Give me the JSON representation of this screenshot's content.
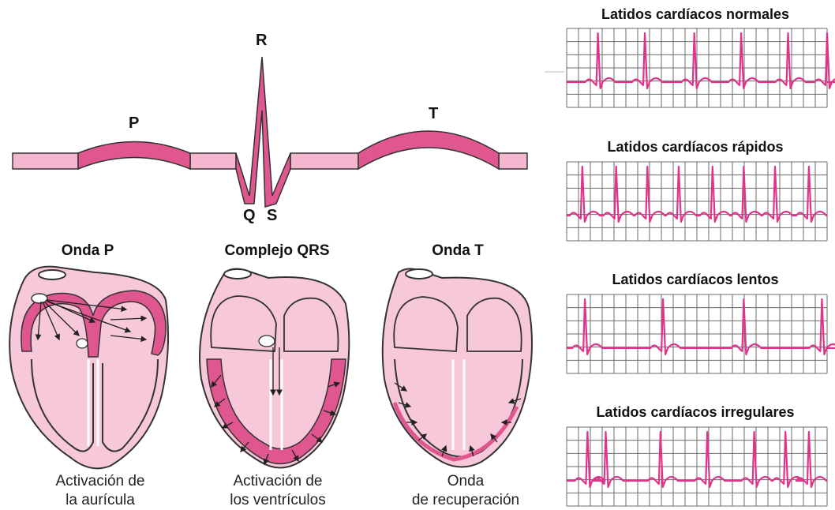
{
  "waveform": {
    "labels": {
      "p": "P",
      "q": "Q",
      "r": "R",
      "s": "S",
      "t": "T"
    }
  },
  "hearts": [
    {
      "title": "Onda P",
      "caption_line1": "Activación de",
      "caption_line2": "la aurícula"
    },
    {
      "title": "Complejo QRS",
      "caption_line1": "Activación de",
      "caption_line2": "los ventrículos"
    },
    {
      "title": "Onda T",
      "caption_line1": "Onda",
      "caption_line2": "de recuperación"
    }
  ],
  "strips": [
    {
      "title": "Latidos cardíacos normales",
      "rhythm": "normal"
    },
    {
      "title": "Latidos cardíacos rápidos",
      "rhythm": "fast"
    },
    {
      "title": "Latidos cardíacos lentos",
      "rhythm": "slow"
    },
    {
      "title": "Latidos cardíacos irregulares",
      "rhythm": "irregular"
    }
  ],
  "colors": {
    "wave_fill": "#e0568f",
    "band_fill": "#f4b7cf",
    "heart_fill": "#f7c7da",
    "heart_dark": "#e0568f",
    "ecg_trace": "#e0338a",
    "grid": "#6b6b6b",
    "outline": "#333333"
  }
}
